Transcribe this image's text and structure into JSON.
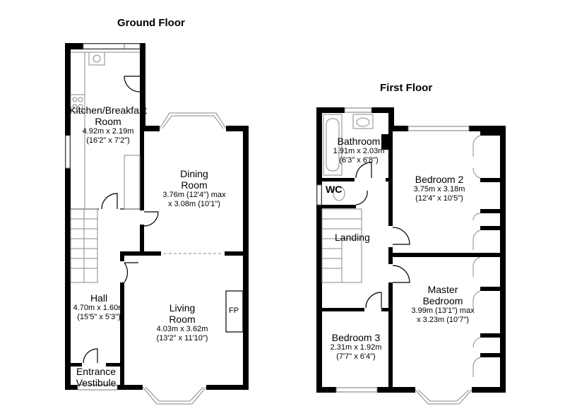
{
  "floors": {
    "ground": {
      "title": "Ground Floor",
      "rooms": {
        "kitchen": {
          "name_line1": "Kitchen/Breakfast",
          "name_line2": "Room",
          "dim_metric": "4.92m x 2.19m",
          "dim_imperial": "(16'2\" x 7'2\")"
        },
        "dining": {
          "name_line1": "Dining",
          "name_line2": "Room",
          "dim_metric": "3.76m (12'4\") max",
          "dim_imperial": "x 3.08m (10'1\")"
        },
        "hall": {
          "name": "Hall",
          "dim_metric": "4.70m x 1.60m",
          "dim_imperial": "(15'5\" x 5'3\")"
        },
        "living": {
          "name_line1": "Living",
          "name_line2": "Room",
          "dim_metric": "4.03m x 3.62m",
          "dim_imperial": "(13'2\" x 11'10\")"
        },
        "vestibule": {
          "name_line1": "Entrance",
          "name_line2": "Vestibule"
        }
      },
      "fireplace_label": "FP"
    },
    "first": {
      "title": "First Floor",
      "rooms": {
        "bathroom": {
          "name": "Bathroom",
          "dim_metric": "1.91m x 2.03m",
          "dim_imperial": "(6'3\" x 6'8\")"
        },
        "bedroom2": {
          "name": "Bedroom 2",
          "dim_metric": "3.75m x 3.18m",
          "dim_imperial": "(12'4\" x 10'5\")"
        },
        "wc": {
          "name": "WC"
        },
        "landing": {
          "name": "Landing"
        },
        "master": {
          "name_line1": "Master",
          "name_line2": "Bedroom",
          "dim_metric": "3.99m (13'1\") max",
          "dim_imperial": "x 3.23m (10'7\")"
        },
        "bedroom3": {
          "name": "Bedroom 3",
          "dim_metric": "2.31m x 1.92m",
          "dim_imperial": "(7'7\" x 6'4\")"
        }
      }
    }
  }
}
